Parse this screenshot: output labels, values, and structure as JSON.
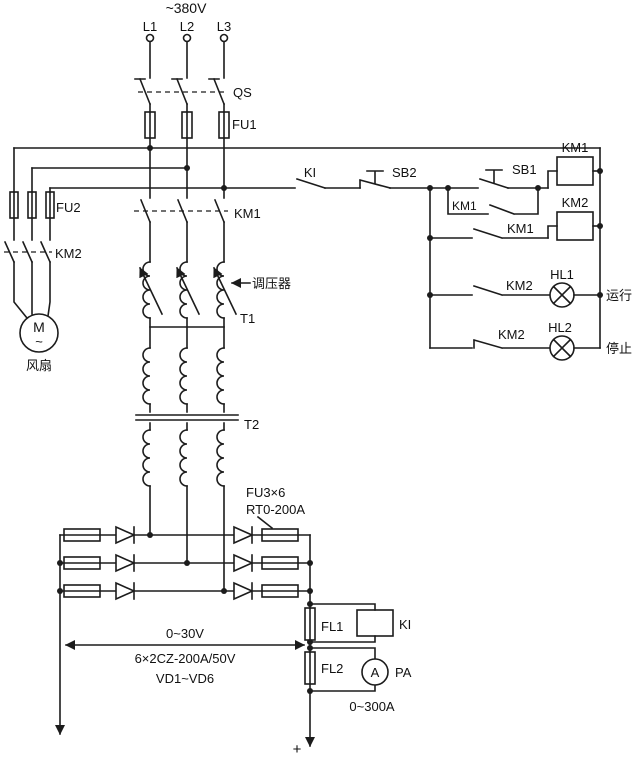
{
  "supply": {
    "voltage": "~380V",
    "phases": [
      "L1",
      "L2",
      "L3"
    ]
  },
  "power_circuit": {
    "qs": "QS",
    "fu1": "FU1",
    "fu2": "FU2",
    "km2_fan_contacts": "KM2",
    "motor_letter": "M",
    "motor_tilde": "~",
    "fan_name": "风扇",
    "km1_main_contacts": "KM1",
    "regulator_name": "调压器",
    "t1": "T1",
    "t2": "T2",
    "fu3_label": "FU3×6",
    "fu3_type": "RT0-200A"
  },
  "rectifier": {
    "output_voltage": "0~30V",
    "diode_spec": "6×2CZ-200A/50V",
    "diode_names": "VD1~VD6"
  },
  "dc_measurement": {
    "fl1": "FL1",
    "ki_coil": "KI",
    "fl2": "FL2",
    "pa_label": "PA",
    "ammeter_symbol": "A",
    "ammeter_range": "0~300A",
    "positive": "+"
  },
  "control_circuit": {
    "ki_contact": "KI",
    "sb2": "SB2",
    "sb1": "SB1",
    "km1_aux_contact": "KM1",
    "km1_coil": "KM1",
    "km2_coil": "KM2",
    "km1_no_contact": "KM1",
    "km2_contact_run": "KM2",
    "hl1": "HL1",
    "run_text": "运行",
    "km2_contact_stop": "KM2",
    "hl2": "HL2",
    "stop_text": "停止"
  }
}
